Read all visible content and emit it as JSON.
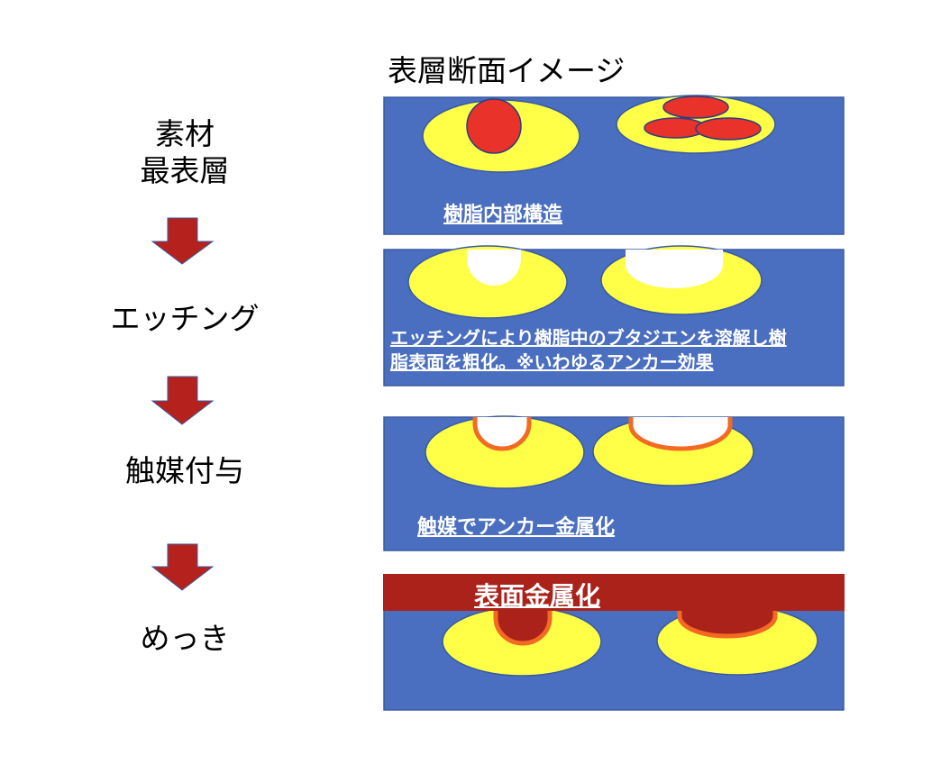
{
  "title": "表層断面イメージ",
  "steps": [
    {
      "line1": "素材",
      "line2": "最表層"
    },
    {
      "line1": "エッチング"
    },
    {
      "line1": "触媒付与"
    },
    {
      "line1": "めっき"
    }
  ],
  "panels": {
    "p1_caption": "樹脂内部構造",
    "p2_caption_line1": "エッチングにより樹脂中のブタジエンを溶解し樹",
    "p2_caption_line2": "脂表面を粗化。※いわゆるアンカー効果",
    "p3_caption": "触媒でアンカー金属化",
    "p4_caption": "表面金属化"
  },
  "colors": {
    "panel_blue": "#4a6ec0",
    "yellow": "#ffff47",
    "red": "#e8322a",
    "arrow_red": "#b5221d",
    "orange": "#f26a23",
    "dark_red": "#aa2219",
    "white": "#ffffff"
  }
}
